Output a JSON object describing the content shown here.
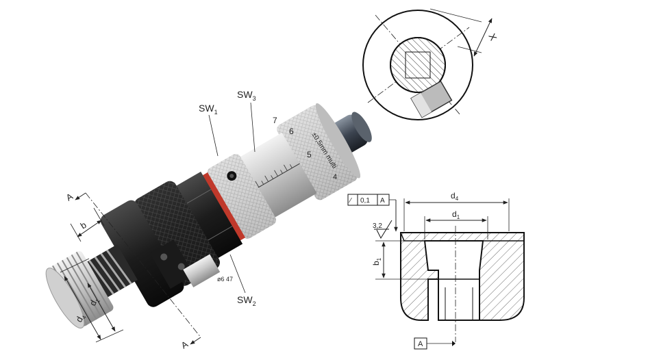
{
  "tool_labels": {
    "sw1": "SW",
    "sw1_sub": "1",
    "sw2": "SW",
    "sw2_sub": "2",
    "sw3": "SW",
    "sw3_sub": "3",
    "section_a_top": "A",
    "section_a_bottom": "A",
    "dim_b": "b",
    "dim_d1": "d",
    "dim_d1_sub": "1",
    "dim_d4": "d",
    "dim_d4_sub": "4"
  },
  "scale_markings": {
    "text": "±0,5mm multi",
    "numbers": [
      "7",
      "6",
      "5",
      "4"
    ],
    "engraving": "ø6  47"
  },
  "detail_view": {
    "dim_x": "X"
  },
  "section_drawing": {
    "tolerance_frame": [
      "⁄",
      "0,1",
      "A"
    ],
    "roughness": "3,2",
    "dim_d4": "d",
    "dim_d4_sub": "4",
    "dim_d1": "d",
    "dim_d1_sub": "1",
    "dim_b1": "b",
    "dim_b1_sub": "1",
    "datum": "A"
  },
  "colors": {
    "knurl_dark": "#1a1a1a",
    "steel": "#c8c8c8",
    "accent_red": "#c0392b"
  }
}
